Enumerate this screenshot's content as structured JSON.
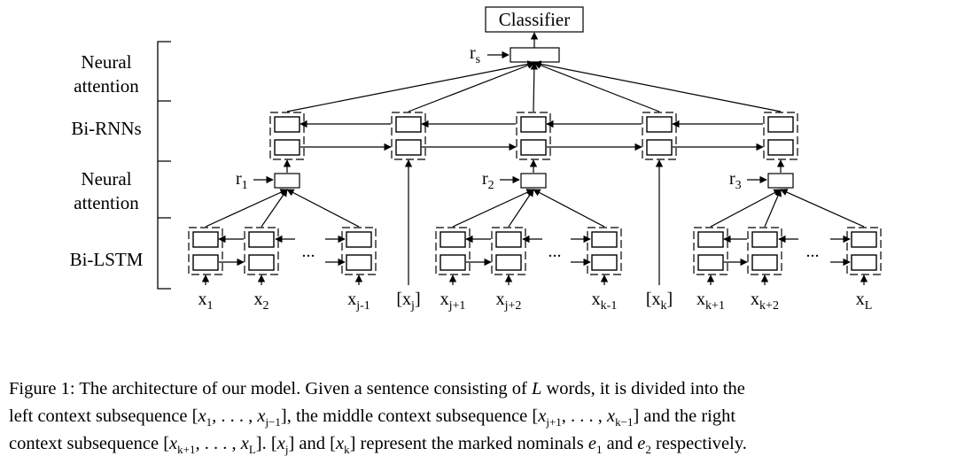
{
  "diagram": {
    "classifier_label": "Classifier",
    "levels": [
      "Neural",
      "attention",
      "Bi-RNNs",
      "Neural",
      "attention",
      "Bi-LSTM"
    ],
    "rep_labels": [
      {
        "base": "r",
        "sub": "s"
      },
      {
        "base": "r",
        "sub": "1"
      },
      {
        "base": "r",
        "sub": "2"
      },
      {
        "base": "r",
        "sub": "3"
      }
    ],
    "ellipsis": "...",
    "tokens": [
      {
        "base": "x",
        "sub": "1"
      },
      {
        "base": "x",
        "sub": "2"
      },
      {
        "base": "x",
        "sub": "j-1"
      },
      {
        "base": "[x",
        "sub": "j",
        "close": "]"
      },
      {
        "base": "x",
        "sub": "j+1"
      },
      {
        "base": "x",
        "sub": "j+2"
      },
      {
        "base": "x",
        "sub": "k-1"
      },
      {
        "base": "[x",
        "sub": "k",
        "close": "]"
      },
      {
        "base": "x",
        "sub": "k+1"
      },
      {
        "base": "x",
        "sub": "k+2"
      },
      {
        "base": "x",
        "sub": "L"
      }
    ]
  },
  "caption": {
    "line1": {
      "a": "Figure 1: The architecture of our model. Given a sentence consisting of ",
      "L": "L",
      "b": " words, it is divided into the"
    },
    "line2": {
      "a": "left context subsequence [",
      "x1": "x",
      "x1_sub": "1",
      "b": ", . . . , ",
      "xj1": "x",
      "xj1_sub": "j−1",
      "c": "], the middle context subsequence [",
      "xj2": "x",
      "xj2_sub": "j+1",
      "d": ", . . . , ",
      "xk1": "x",
      "xk1_sub": "k−1",
      "e": "] and the right"
    },
    "line3": {
      "a": "context subsequence [",
      "xk2": "x",
      "xk2_sub": "k+1",
      "b": ", . . . , ",
      "xL": "x",
      "xL_sub": "L",
      "c": "]. [",
      "xj": "x",
      "xj_sub": "j",
      "d": "] and [",
      "xk": "x",
      "xk_sub": "k",
      "e": "] represent the marked nominals ",
      "e1": "e",
      "e1_sub": "1",
      "f": " and ",
      "e2": "e",
      "e2_sub": "2",
      "g": " respectively."
    }
  }
}
